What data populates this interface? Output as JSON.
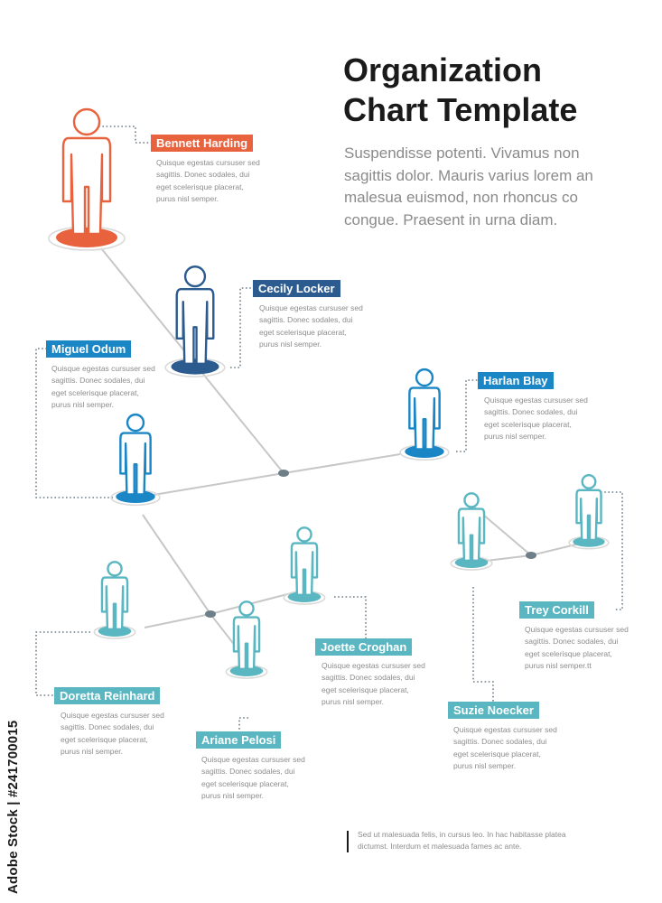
{
  "title_line1": "Organization",
  "title_line2": "Chart Template",
  "intro_text": "Suspendisse potenti. Vivamus non sagittis dolor. Mauris varius lorem an malesua euismod, non rhoncus co congue. Praesent in urna diam.",
  "footer_text": "Sed ut malesuada felis, in cursus leo. In hac habitasse platea dictumst. Interdum et malesuada fames ac ante.",
  "watermark_text": "Adobe Stock | #241700015",
  "colors": {
    "orange": "#e8623e",
    "navy": "#2c5b8f",
    "blue": "#1b86c6",
    "teal": "#5ab7c1",
    "line": "#c7c7c7",
    "dot": "#6f7f8a"
  },
  "people": [
    {
      "name": "Bennett Harding",
      "desc": "Quisque egestas cursuser sed sagittis. Donec sodales, dui eget scelerisque placerat, purus nisl semper.",
      "color": "orange"
    },
    {
      "name": "Cecily Locker",
      "desc": "Quisque egestas cursuser sed sagittis. Donec sodales, dui eget scelerisque placerat, purus nisl semper.",
      "color": "navy"
    },
    {
      "name": "Miguel Odum",
      "desc": "Quisque egestas cursuser sed sagittis. Donec sodales, dui eget scelerisque placerat, purus nisl semper.",
      "color": "blue"
    },
    {
      "name": "Harlan Blay",
      "desc": "Quisque egestas cursuser sed sagittis. Donec sodales, dui eget scelerisque placerat, purus nisl semper.",
      "color": "blue"
    },
    {
      "name": "Doretta Reinhard",
      "desc": "Quisque egestas cursuser sed sagittis. Donec sodales, dui eget scelerisque placerat, purus nisl semper.",
      "color": "teal"
    },
    {
      "name": "Ariane Pelosi",
      "desc": "Quisque egestas cursuser sed sagittis. Donec sodales, dui eget scelerisque placerat, purus nisl semper.",
      "color": "teal"
    },
    {
      "name": "Joette Croghan",
      "desc": "Quisque egestas cursuser sed sagittis. Donec sodales, dui eget scelerisque placerat, purus nisl semper.",
      "color": "teal"
    },
    {
      "name": "Suzie Noecker",
      "desc": "Quisque egestas cursuser sed sagittis. Donec sodales, dui eget scelerisque placerat, purus nisl semper.",
      "color": "teal"
    },
    {
      "name": "Trey Corkill",
      "desc": "Quisque egestas cursuser sed sagittis. Donec sodales, dui eget scelerisque placerat, purus nisl semper.tt",
      "color": "teal"
    }
  ],
  "hierarchy": [
    {
      "from": "Bennett Harding",
      "to": "Cecily Locker"
    },
    {
      "from": "Cecily Locker",
      "to": "Miguel Odum"
    },
    {
      "from": "Cecily Locker",
      "to": "Harlan Blay"
    },
    {
      "from": "Miguel Odum",
      "to": "Doretta Reinhard"
    },
    {
      "from": "Miguel Odum",
      "to": "Ariane Pelosi"
    },
    {
      "from": "Miguel Odum",
      "to": "Joette Croghan"
    },
    {
      "from": "Harlan Blay",
      "to": "Suzie Noecker"
    },
    {
      "from": "Harlan Blay",
      "to": "Trey Corkill"
    }
  ]
}
